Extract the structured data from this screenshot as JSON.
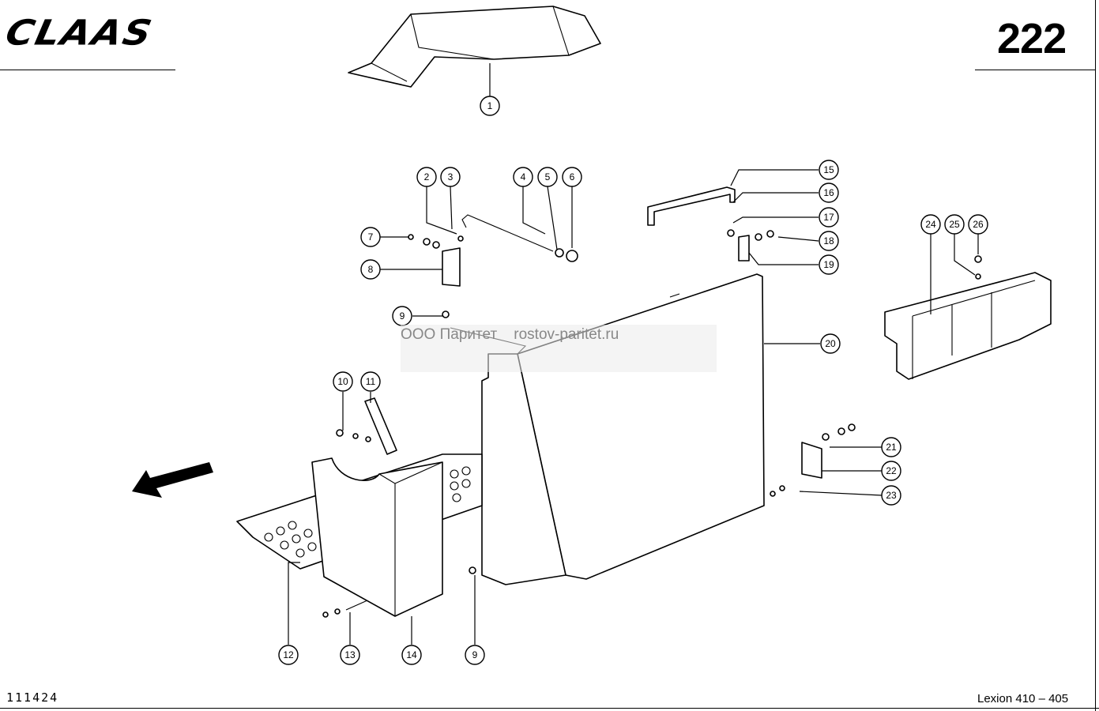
{
  "header": {
    "brand": "CLAAS",
    "page_number": "222"
  },
  "footer": {
    "document_code": "111424",
    "model": "Lexion 410 – 405"
  },
  "watermark": {
    "company": "ООО Паритет",
    "website": "rostov-paritet.ru"
  },
  "callouts": [
    "1",
    "2",
    "3",
    "4",
    "5",
    "6",
    "7",
    "8",
    "9",
    "10",
    "11",
    "12",
    "13",
    "14",
    "15",
    "16",
    "17",
    "18",
    "19",
    "20",
    "21",
    "22",
    "23",
    "24",
    "25",
    "26",
    "9"
  ],
  "icons": {
    "direction_arrow": "arrow-left-down-icon"
  }
}
